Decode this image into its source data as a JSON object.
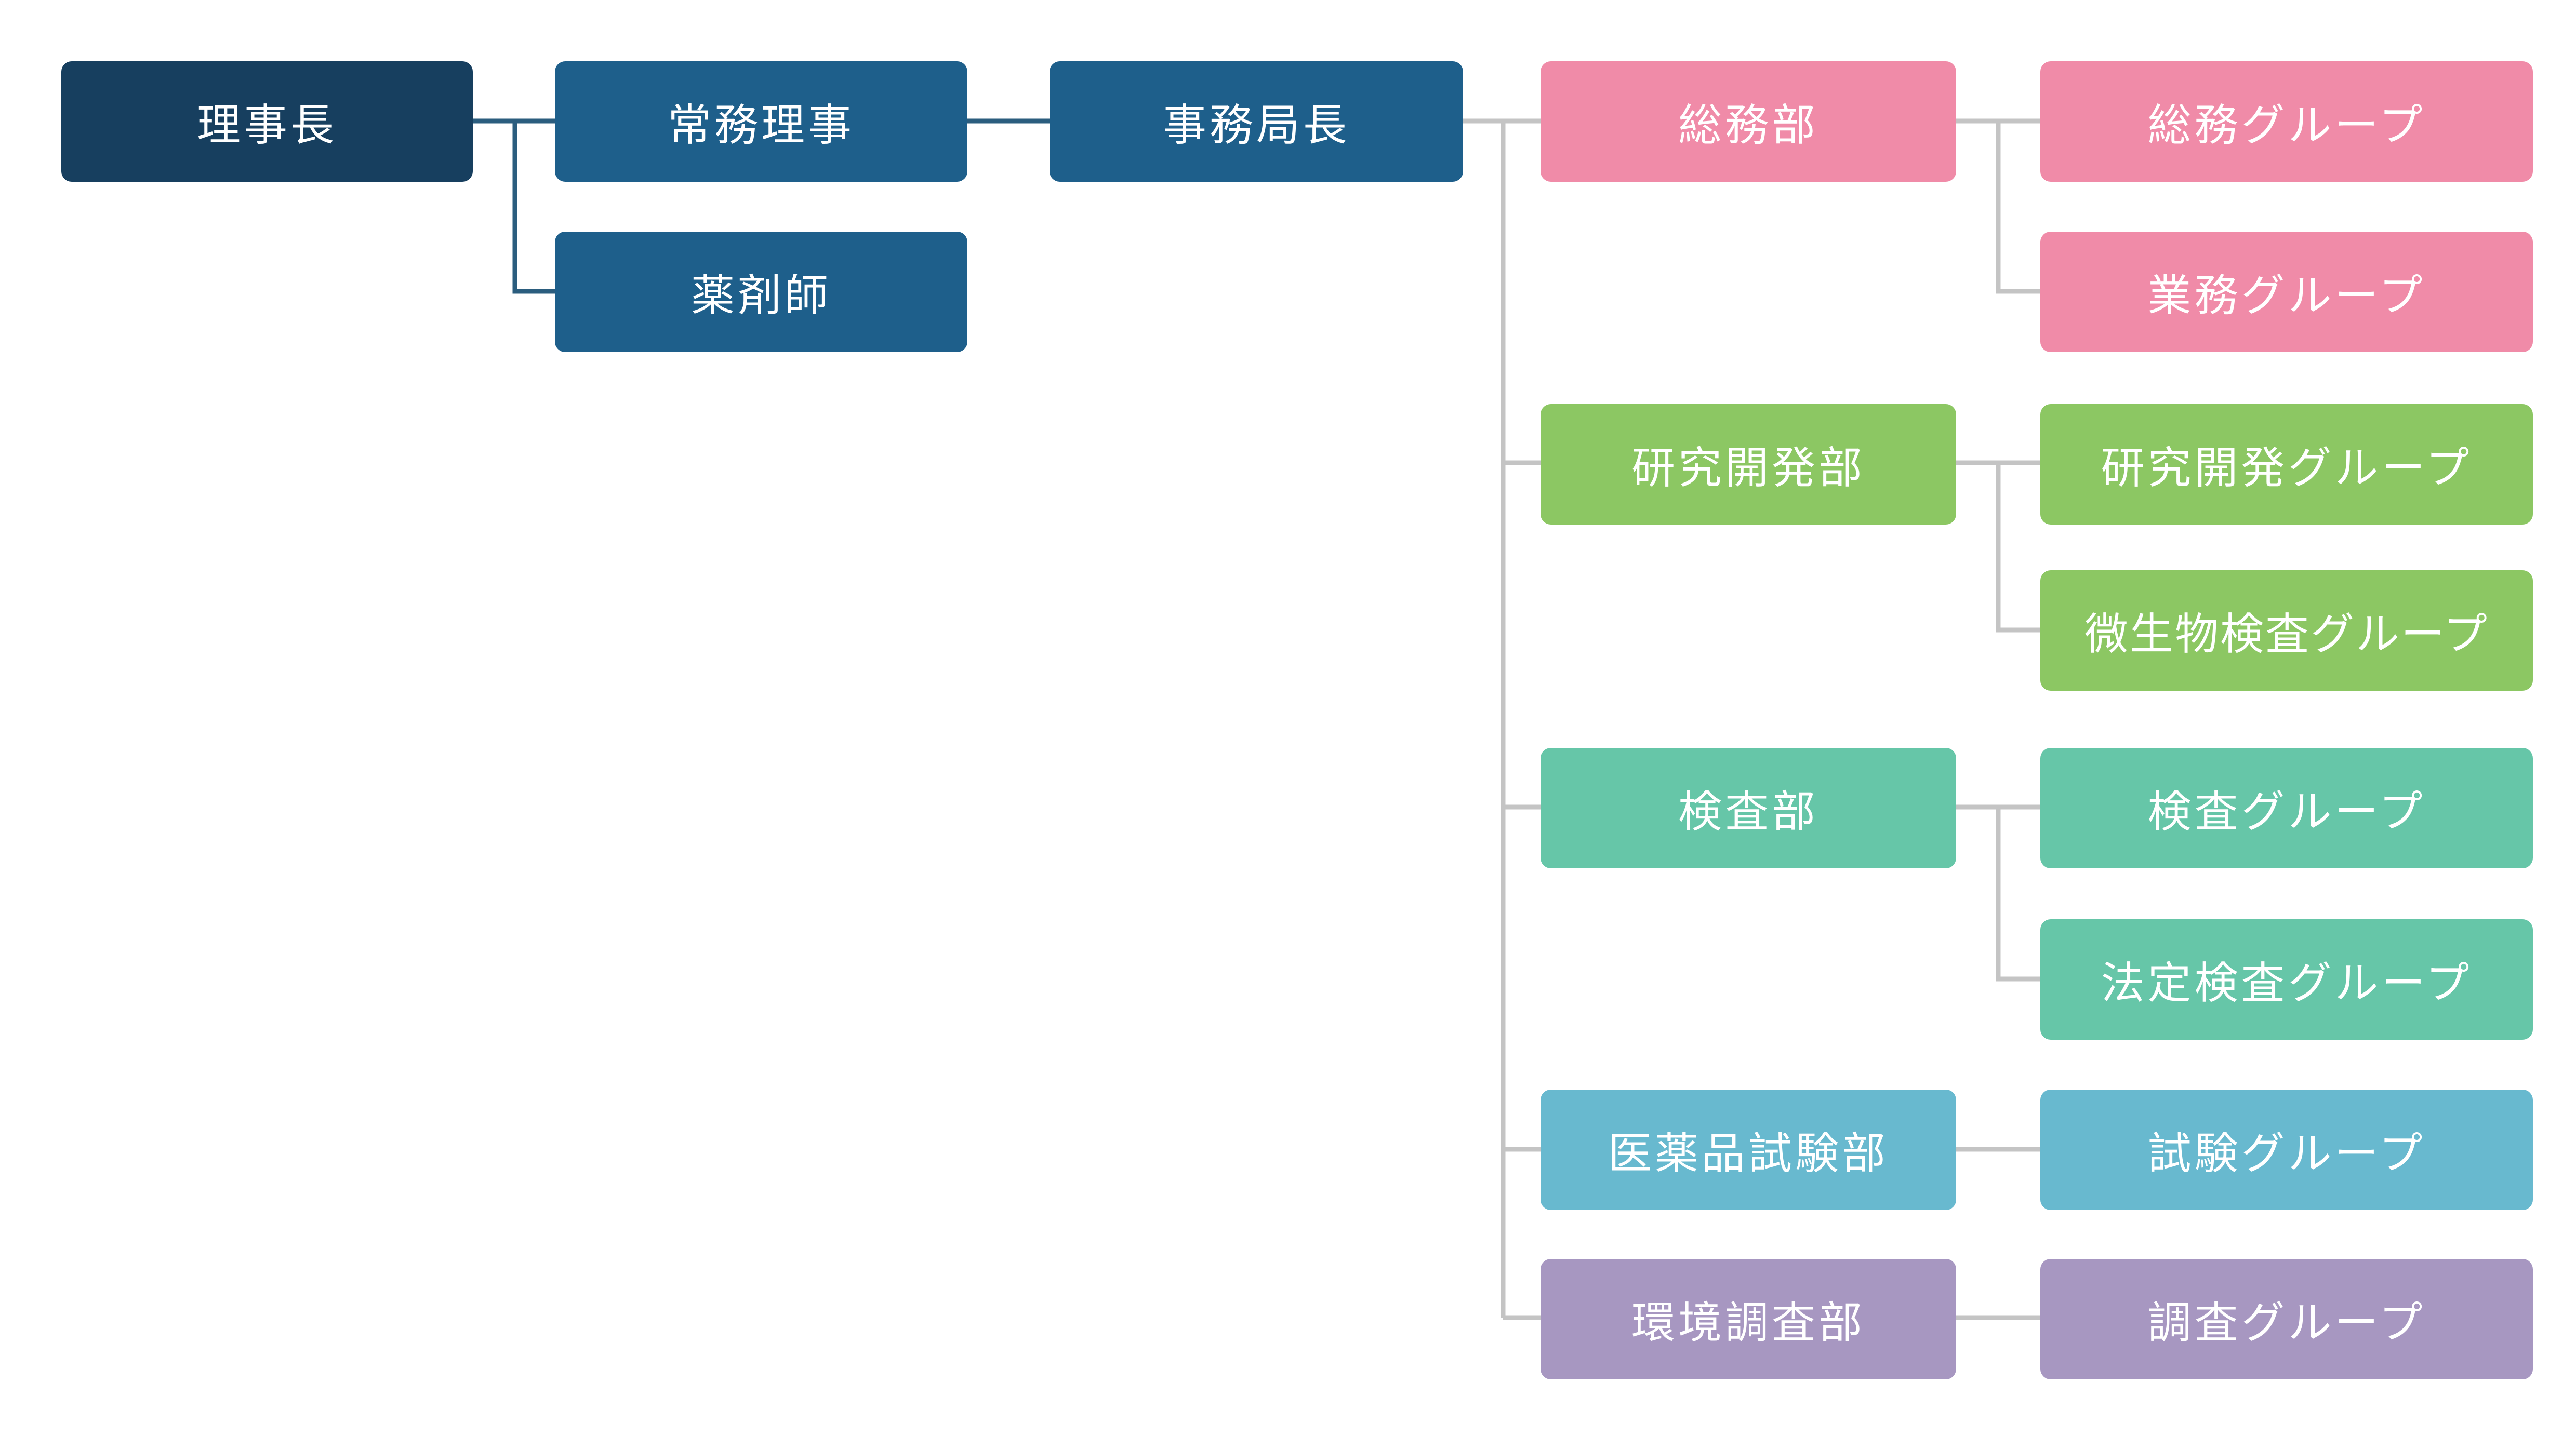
{
  "colors": {
    "navy": "#173f5f",
    "blue": "#1e5f8b",
    "pink": "#f08ba8",
    "green": "#8cc763",
    "teal": "#66c6a8",
    "skyblue": "#68b9cf",
    "purple": "#a797c1",
    "line_dark": "#2b5d7e",
    "line_gray": "#c4c4c4"
  },
  "nodes": [
    {
      "id": "chairman",
      "label": "理事長",
      "color": "navy"
    },
    {
      "id": "executive-director",
      "label": "常務理事",
      "color": "blue"
    },
    {
      "id": "pharmacist",
      "label": "薬剤師",
      "color": "blue"
    },
    {
      "id": "secretary-general",
      "label": "事務局長",
      "color": "blue"
    },
    {
      "id": "general-affairs-dept",
      "label": "総務部",
      "color": "pink"
    },
    {
      "id": "general-affairs-group",
      "label": "総務グループ",
      "color": "pink"
    },
    {
      "id": "operations-group",
      "label": "業務グループ",
      "color": "pink"
    },
    {
      "id": "rnd-dept",
      "label": "研究開発部",
      "color": "green"
    },
    {
      "id": "rnd-group",
      "label": "研究開発グループ",
      "color": "green"
    },
    {
      "id": "microbial-testing-group",
      "label": "微生物検査グループ",
      "color": "green"
    },
    {
      "id": "inspection-dept",
      "label": "検査部",
      "color": "teal"
    },
    {
      "id": "inspection-group",
      "label": "検査グループ",
      "color": "teal"
    },
    {
      "id": "statutory-inspection-group",
      "label": "法定検査グループ",
      "color": "teal"
    },
    {
      "id": "pharma-testing-dept",
      "label": "医薬品試験部",
      "color": "skyblue"
    },
    {
      "id": "testing-group",
      "label": "試験グループ",
      "color": "skyblue"
    },
    {
      "id": "env-survey-dept",
      "label": "環境調査部",
      "color": "purple"
    },
    {
      "id": "survey-group",
      "label": "調査グループ",
      "color": "purple"
    }
  ],
  "edges": [
    [
      "chairman",
      "executive-director"
    ],
    [
      "chairman",
      "pharmacist"
    ],
    [
      "executive-director",
      "secretary-general"
    ],
    [
      "secretary-general",
      "general-affairs-dept"
    ],
    [
      "secretary-general",
      "rnd-dept"
    ],
    [
      "secretary-general",
      "inspection-dept"
    ],
    [
      "secretary-general",
      "pharma-testing-dept"
    ],
    [
      "secretary-general",
      "env-survey-dept"
    ],
    [
      "general-affairs-dept",
      "general-affairs-group"
    ],
    [
      "general-affairs-dept",
      "operations-group"
    ],
    [
      "rnd-dept",
      "rnd-group"
    ],
    [
      "rnd-dept",
      "microbial-testing-group"
    ],
    [
      "inspection-dept",
      "inspection-group"
    ],
    [
      "inspection-dept",
      "statutory-inspection-group"
    ],
    [
      "pharma-testing-dept",
      "testing-group"
    ],
    [
      "env-survey-dept",
      "survey-group"
    ]
  ]
}
